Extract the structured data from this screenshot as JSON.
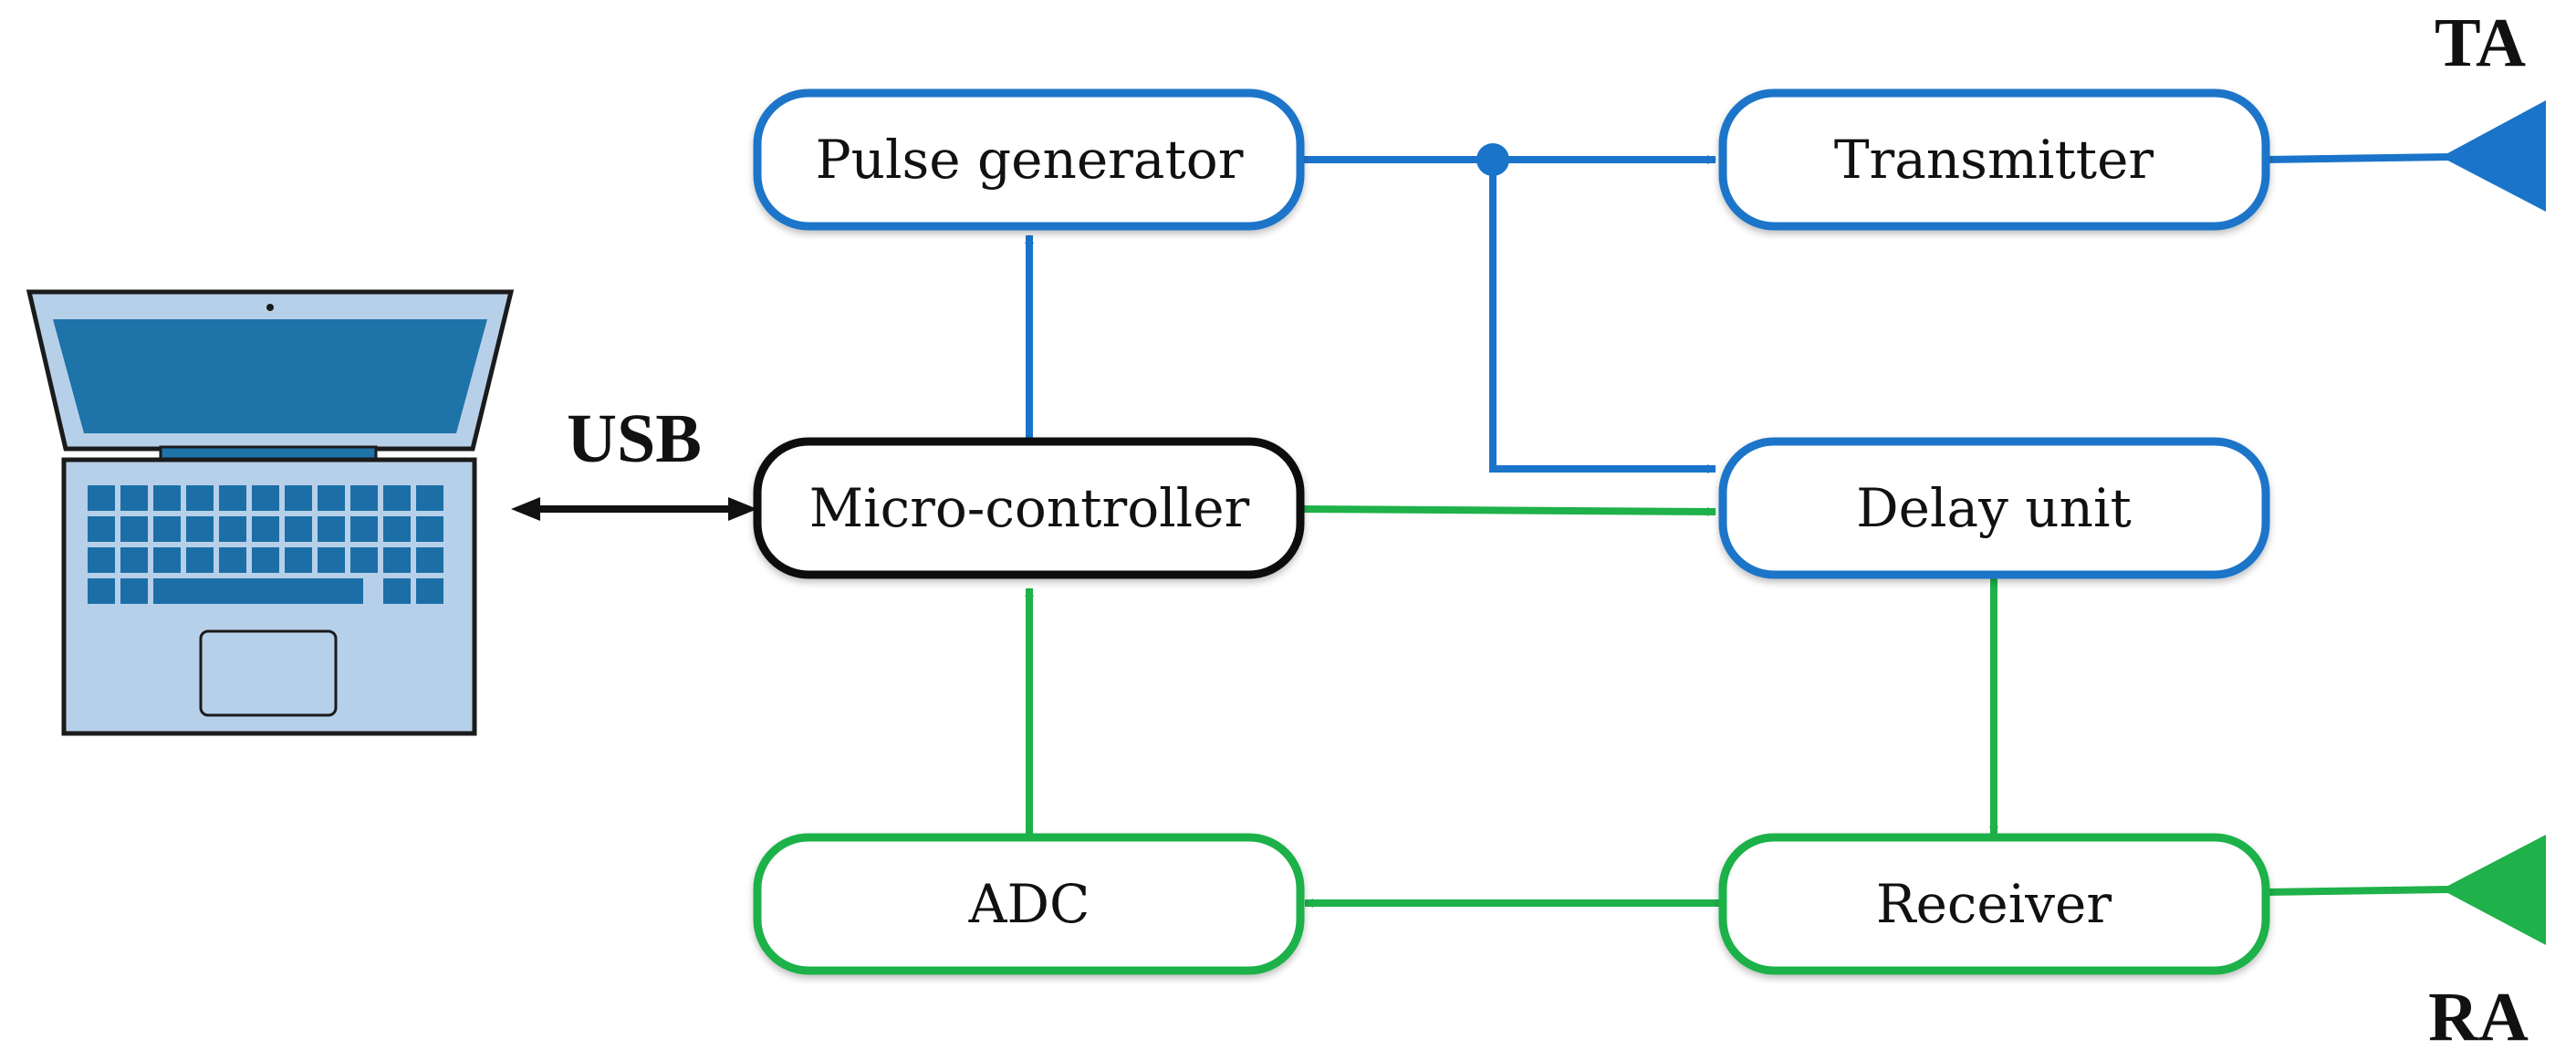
{
  "blocks": {
    "pulse_generator": "Pulse generator",
    "transmitter": "Transmitter",
    "micro_controller": "Micro-controller",
    "delay_unit": "Delay unit",
    "adc": "ADC",
    "receiver": "Receiver"
  },
  "labels": {
    "usb": "USB",
    "ta": "TA",
    "ra": "RA"
  },
  "icons": {
    "computer": "laptop-icon",
    "transmit_antenna": "antenna-icon",
    "receive_antenna": "antenna-icon"
  },
  "colors": {
    "tx_path": "#1a74c9",
    "rx_path": "#1fb14a",
    "control": "#111111",
    "laptop_fill": "#b7d0ea",
    "laptop_screen": "#1e73a8",
    "laptop_keys": "#1c6fa6"
  }
}
